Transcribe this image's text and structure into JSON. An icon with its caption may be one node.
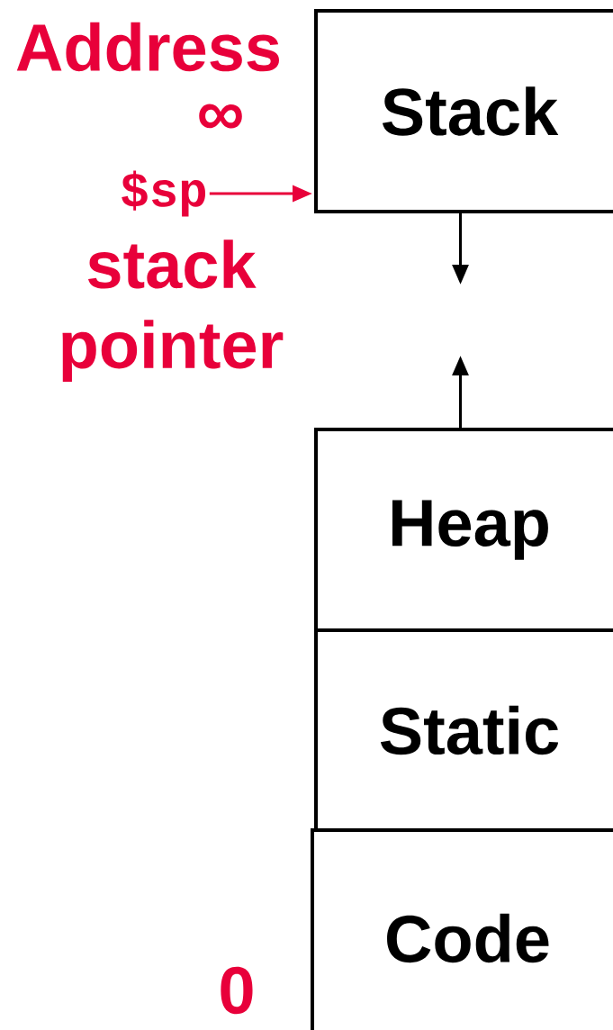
{
  "diagram": {
    "nodes": [
      {
        "text": [
          "Stack"
        ]
      },
      {
        "text": [
          "Heap"
        ]
      },
      {
        "text": [
          "Static"
        ]
      },
      {
        "text": [
          "Code"
        ]
      },
      {
        "text": [
          "$sp"
        ],
        "beside": [
          "stack pointer"
        ]
      }
    ],
    "edges": [
      {
        "from": 4,
        "to": 0,
        "arrow": "to",
        "color": "#e8003a"
      },
      {
        "from": 0,
        "to": null,
        "arrow": "to"
      },
      {
        "from": 1,
        "to": null,
        "arrow": "to"
      }
    ],
    "labels": [
      "Address",
      "∞",
      "0"
    ]
  }
}
